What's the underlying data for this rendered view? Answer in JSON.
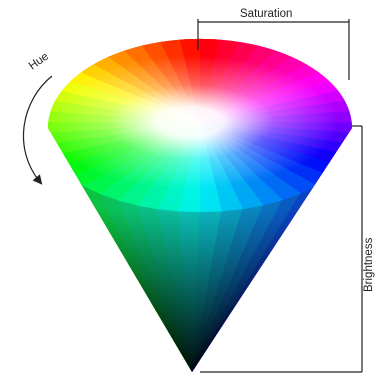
{
  "labels": {
    "hue": "Hue",
    "saturation": "Saturation",
    "brightness": "Brightness"
  },
  "colors": {
    "apex": "#000000",
    "center": "#ffffff",
    "ink": "#222222",
    "background": "#ffffff"
  }
}
